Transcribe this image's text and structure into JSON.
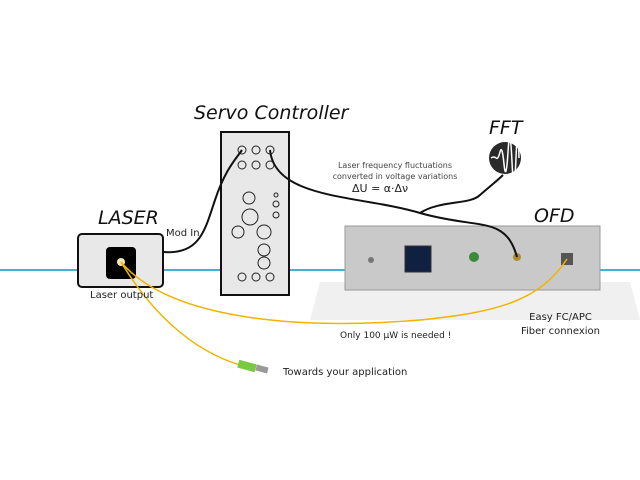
{
  "titles": {
    "laser": "LASER",
    "servo": "Servo Controller",
    "fft": "FFT",
    "ofd": "OFD"
  },
  "labels": {
    "mod_in": "Mod In",
    "laser_output": "Laser output",
    "fluct_line1": "Laser frequency fluctuations",
    "fluct_line2": "converted in voltage variations",
    "equation": "ΔU = α·Δν",
    "power": "Only 100 µW is needed !",
    "fc_line1": "Easy FC/APC",
    "fc_line2": "Fiber connexion",
    "application": "Towards your application"
  },
  "colors": {
    "beam": "#3cb4d2",
    "fiber": "#f0b400",
    "cable": "#111111",
    "connector": "#7ac943"
  }
}
